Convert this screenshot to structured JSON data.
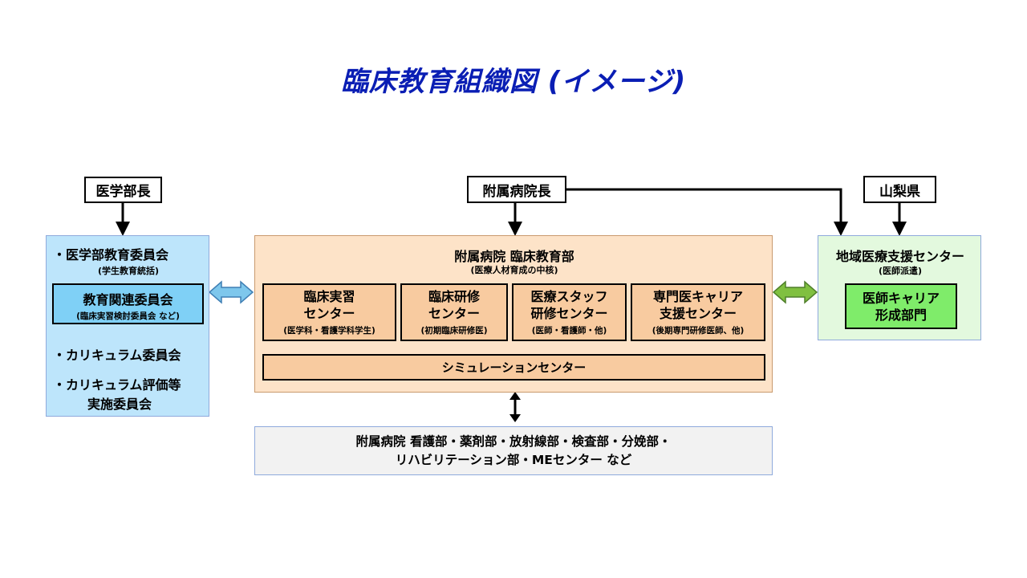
{
  "title": "臨床教育組織図 (イメージ)",
  "heads": {
    "dean": "医学部長",
    "director": "附属病院長",
    "prefecture": "山梨県"
  },
  "left": {
    "item1": "・医学部教育委員会",
    "item1_note": "(学生教育統括)",
    "inner_title": "教育関連委員会",
    "inner_note": "(臨床実習検討委員会 など)",
    "item2": "・カリキュラム委員会",
    "item3_line1": "・カリキュラム評価等",
    "item3_line2": "実施委員会"
  },
  "middle": {
    "title": "附属病院 臨床教育部",
    "note": "(医療人材育成の中核)",
    "centers": [
      {
        "line1": "臨床実習",
        "line2": "センター",
        "note": "(医学科・看護学科学生)"
      },
      {
        "line1": "臨床研修",
        "line2": "センター",
        "note": "(初期臨床研修医)"
      },
      {
        "line1": "医療スタッフ",
        "line2": "研修センター",
        "note": "(医師・看護師・他)"
      },
      {
        "line1": "専門医キャリア",
        "line2": "支援センター",
        "note": "(後期専門研修医師、他)"
      }
    ],
    "simulation": "シミュレーションセンター"
  },
  "right": {
    "title": "地域医療支援センター",
    "note": "(医師派遣)",
    "inner_line1": "医師キャリア",
    "inner_line2": "形成部門"
  },
  "bottom": {
    "line1": "附属病院 看護部・薬剤部・放射線部・検査部・分娩部・",
    "line2": "リハビリテーション部・MEセンター など"
  },
  "colors": {
    "title": "#0a1eb4",
    "left_panel": "#bde5fb",
    "left_inner": "#7fd0f6",
    "middle_panel": "#fde3c8",
    "center_box": "#f8cba0",
    "right_panel": "#e3f9de",
    "right_inner": "#7fec6a",
    "bottom_panel": "#f2f2f2",
    "left_arrow": "#7ec7ec",
    "right_arrow": "#80c040"
  }
}
